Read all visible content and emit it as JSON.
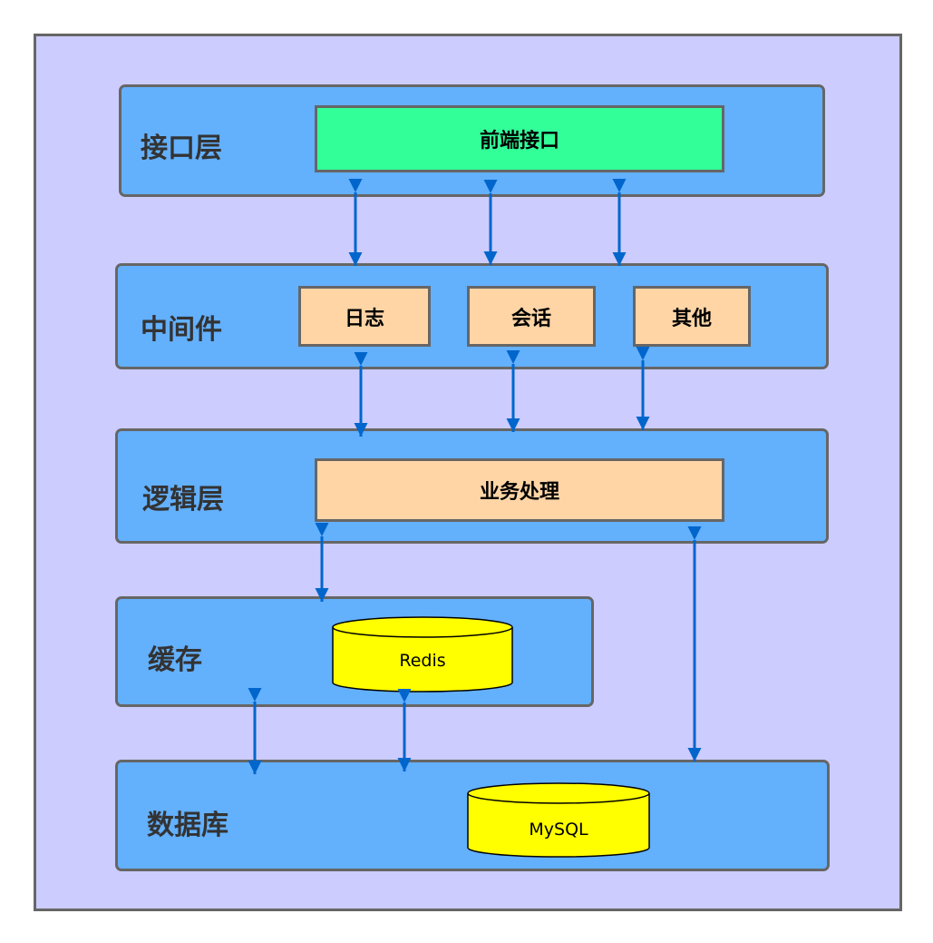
{
  "colors": {
    "background": "#ccccff",
    "layer_fill": "#63b0fd",
    "border": "#666666",
    "interface_box": "#33ff99",
    "component_box": "#ffd5a6",
    "database_fill": "#ffff00",
    "arrow": "#0066cc",
    "label_text": "#333333"
  },
  "layers": {
    "interface": {
      "label": "接口层",
      "components": [
        "前端接口"
      ]
    },
    "middleware": {
      "label": "中间件",
      "components": [
        "日志",
        "会话",
        "其他"
      ]
    },
    "logic": {
      "label": "逻辑层",
      "components": [
        "业务处理"
      ]
    },
    "cache": {
      "label": "缓存",
      "store": "Redis"
    },
    "database": {
      "label": "数据库",
      "store": "MySQL"
    }
  },
  "connections": [
    {
      "from": "interface",
      "to": "middleware",
      "type": "bidirectional",
      "count": 3
    },
    {
      "from": "middleware",
      "to": "logic",
      "type": "bidirectional",
      "count": 3
    },
    {
      "from": "logic",
      "to": "cache",
      "type": "bidirectional",
      "count": 1
    },
    {
      "from": "logic",
      "to": "database",
      "type": "bidirectional",
      "count": 1
    },
    {
      "from": "cache",
      "to": "database",
      "type": "bidirectional",
      "count": 2
    }
  ]
}
